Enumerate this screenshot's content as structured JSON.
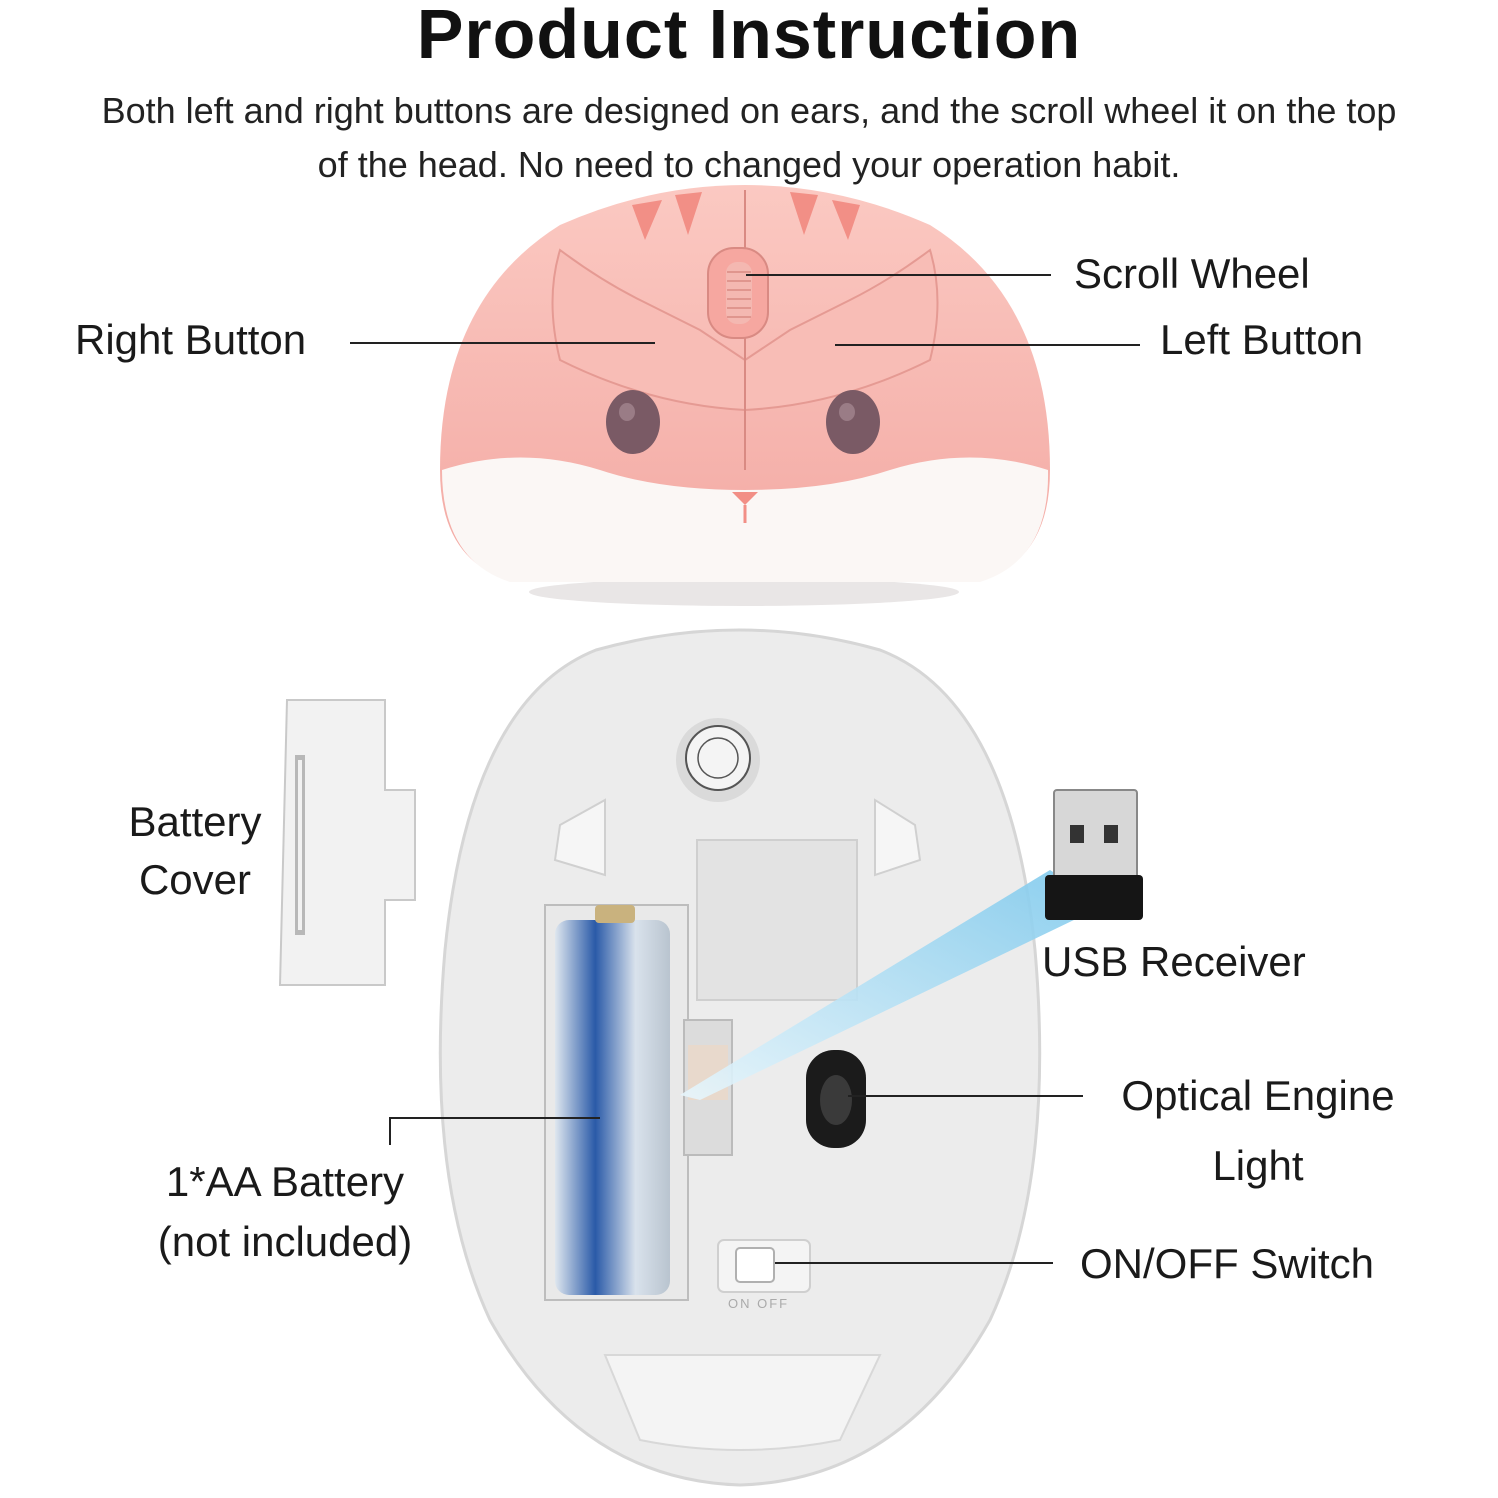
{
  "title": "Product Instruction",
  "subtitle_lines": [
    "Both left and right buttons are designed on ears, and the scroll wheel it on the top",
    "of the head. No need to changed your operation habit."
  ],
  "labels": {
    "scroll_wheel": "Scroll Wheel",
    "right_button": "Right Button",
    "left_button": "Left Button",
    "battery_cover_1": "Battery",
    "battery_cover_2": "Cover",
    "usb_receiver": "USB Receiver",
    "optical_engine_1": "Optical Engine",
    "optical_engine_2": "Light",
    "battery_1": "1*AA Battery",
    "battery_2": "(not included)",
    "switch": "ON/OFF Switch"
  },
  "switch_marking": "ON OFF",
  "colors": {
    "mouse_pink": "#f6b3ad",
    "mouse_white": "#fbf7f5",
    "base_white": "#ececec",
    "battery_blue": "#1f4fa0",
    "beam_blue": "#8fd0ee"
  }
}
